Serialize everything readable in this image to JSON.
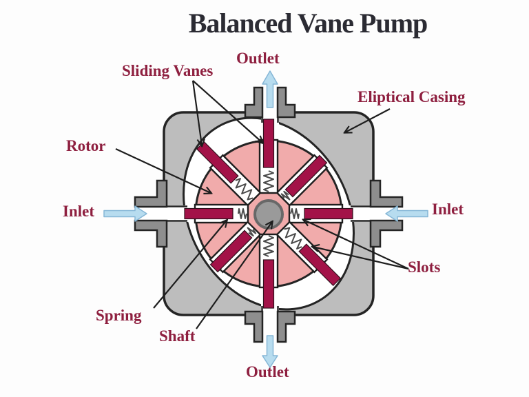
{
  "title": "Balanced Vane Pump",
  "labels": {
    "outlet_top": "Outlet",
    "sliding_vanes": "Sliding Vanes",
    "eliptical_casing": "Eliptical Casing",
    "rotor": "Rotor",
    "inlet_left": "Inlet",
    "inlet_right": "Inlet",
    "slots": "Slots",
    "spring": "Spring",
    "shaft": "Shaft",
    "outlet_bottom": "Outlet"
  },
  "diagram": {
    "type": "balanced-vane-pump-cross-section",
    "vane_count": 8,
    "slot_count": 8,
    "spring_count": 8,
    "inlet_count": 2,
    "outlet_count": 2,
    "inlet_flow_direction": "arrows point inward (left and right ports)",
    "outlet_flow_direction": "arrows point outward (top and bottom ports)"
  },
  "colors": {
    "background": "#fdfdfd",
    "title_text": "#2b2b33",
    "label_text": "#8e1f3f",
    "vane": "#a31248",
    "rotor": "#f1abab",
    "casing": "#bdbdbd",
    "port_flange": "#8e8e8e",
    "flow_arrow": "#b7dcef",
    "outline": "#242424"
  }
}
